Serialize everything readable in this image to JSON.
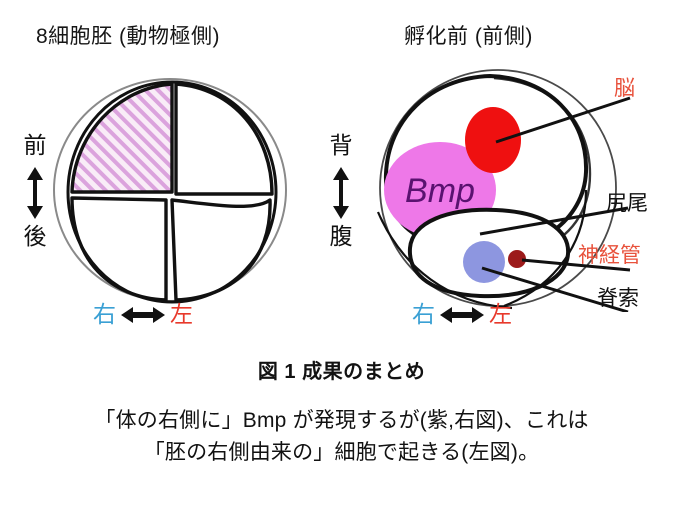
{
  "panels": {
    "left": {
      "title": "8細胞胚 (動物極側)",
      "axis_vertical": {
        "top": "前",
        "bottom": "後",
        "arrow": "double-arrow-vertical-icon"
      },
      "axis_horizontal": {
        "right_side": "右",
        "left_side": "左",
        "arrow": "double-arrow-horizontal-icon"
      },
      "highlight": {
        "name": "hatched-blastomere",
        "fill": "#f6e2f3",
        "hatch_color": "#c26ec0",
        "description": "anterior-right blastomere marked with diagonal hatching"
      },
      "cell_count": 4,
      "outline_color": "#111111"
    },
    "right": {
      "title": "孵化前 (前側)",
      "axis_vertical": {
        "top": "背",
        "bottom": "腹",
        "arrow": "double-arrow-vertical-icon"
      },
      "axis_horizontal": {
        "right_side": "右",
        "left_side": "左",
        "arrow": "double-arrow-horizontal-icon"
      },
      "features": [
        {
          "name": "bmp-domain",
          "label": "Bmp",
          "fill": "#ee78e8",
          "text_color": "#5a1270",
          "style": "italic"
        },
        {
          "name": "brain-spot",
          "label": "脳",
          "fill": "#ef1010",
          "label_color": "#e8523c"
        },
        {
          "name": "tail-region",
          "label": "尻尾",
          "fill": "none",
          "label_color": "#111111"
        },
        {
          "name": "neural-tube",
          "label": "神経管",
          "fill": "#9c1a1a",
          "label_color": "#e8523c"
        },
        {
          "name": "notochord",
          "label": "脊索",
          "fill": "#8d96e0",
          "label_color": "#111111"
        }
      ],
      "outline_color": "#111111"
    }
  },
  "caption": {
    "heading": "図 1  成果のまとめ",
    "line1": "「体の右側に」Bmp が発現するが(紫,右図)、これは",
    "line2": "「胚の右側由来の」細胞で起きる(左図)。"
  },
  "colors": {
    "right_axis_blue": "#3aa0d4",
    "left_axis_red": "#e8392b",
    "accent_red": "#e8523c",
    "bmp_magenta": "#ee78e8",
    "hatch_magenta": "#c26ec0",
    "background": "#ffffff"
  }
}
